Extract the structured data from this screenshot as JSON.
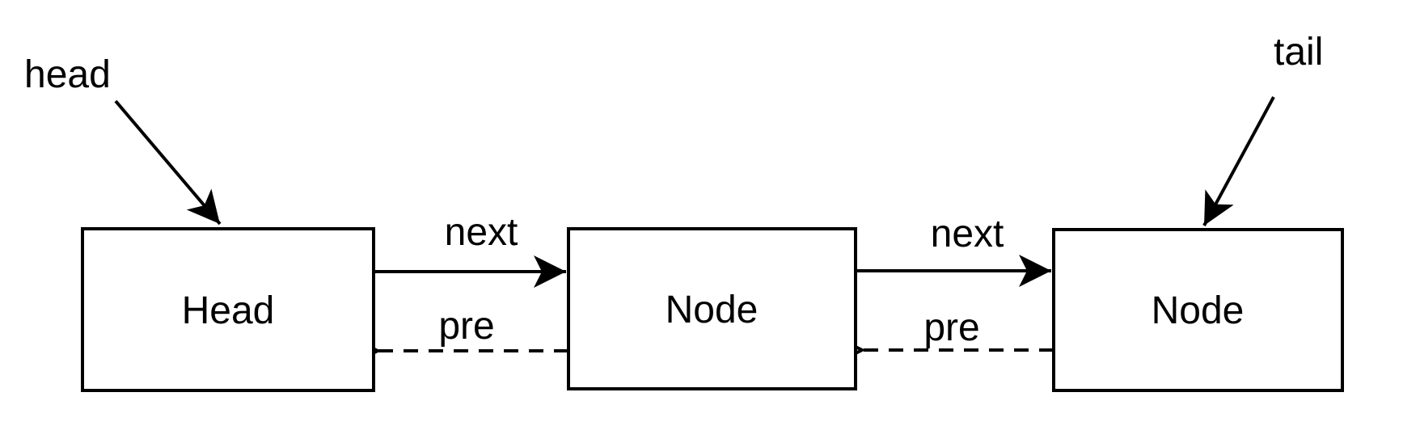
{
  "canvas": {
    "background_color": "#ffffff",
    "line_color": "#000000",
    "box_fill_color": "#ffffff",
    "text_color": "#000000"
  },
  "diagram": {
    "type": "doubly-linked-list",
    "nodes": [
      {
        "label": "Head"
      },
      {
        "label": "Node"
      },
      {
        "label": "Node"
      }
    ],
    "pointers": [
      {
        "label": "head",
        "points_to": "first box (Head)",
        "arrow_style": "solid-filled"
      },
      {
        "label": "tail",
        "points_to": "last box (Node)",
        "arrow_style": "solid-filled"
      }
    ],
    "edges": [
      {
        "label": "next",
        "from": "Head",
        "to": "Node 1",
        "style": "solid",
        "arrowhead": "filled"
      },
      {
        "label": "pre",
        "from": "Node 1",
        "to": "Head",
        "style": "dashed",
        "arrowhead": "open"
      },
      {
        "label": "next",
        "from": "Node 1",
        "to": "Node 2",
        "style": "solid",
        "arrowhead": "filled"
      },
      {
        "label": "pre",
        "from": "Node 2",
        "to": "Node 1",
        "style": "dashed",
        "arrowhead": "open"
      }
    ]
  }
}
